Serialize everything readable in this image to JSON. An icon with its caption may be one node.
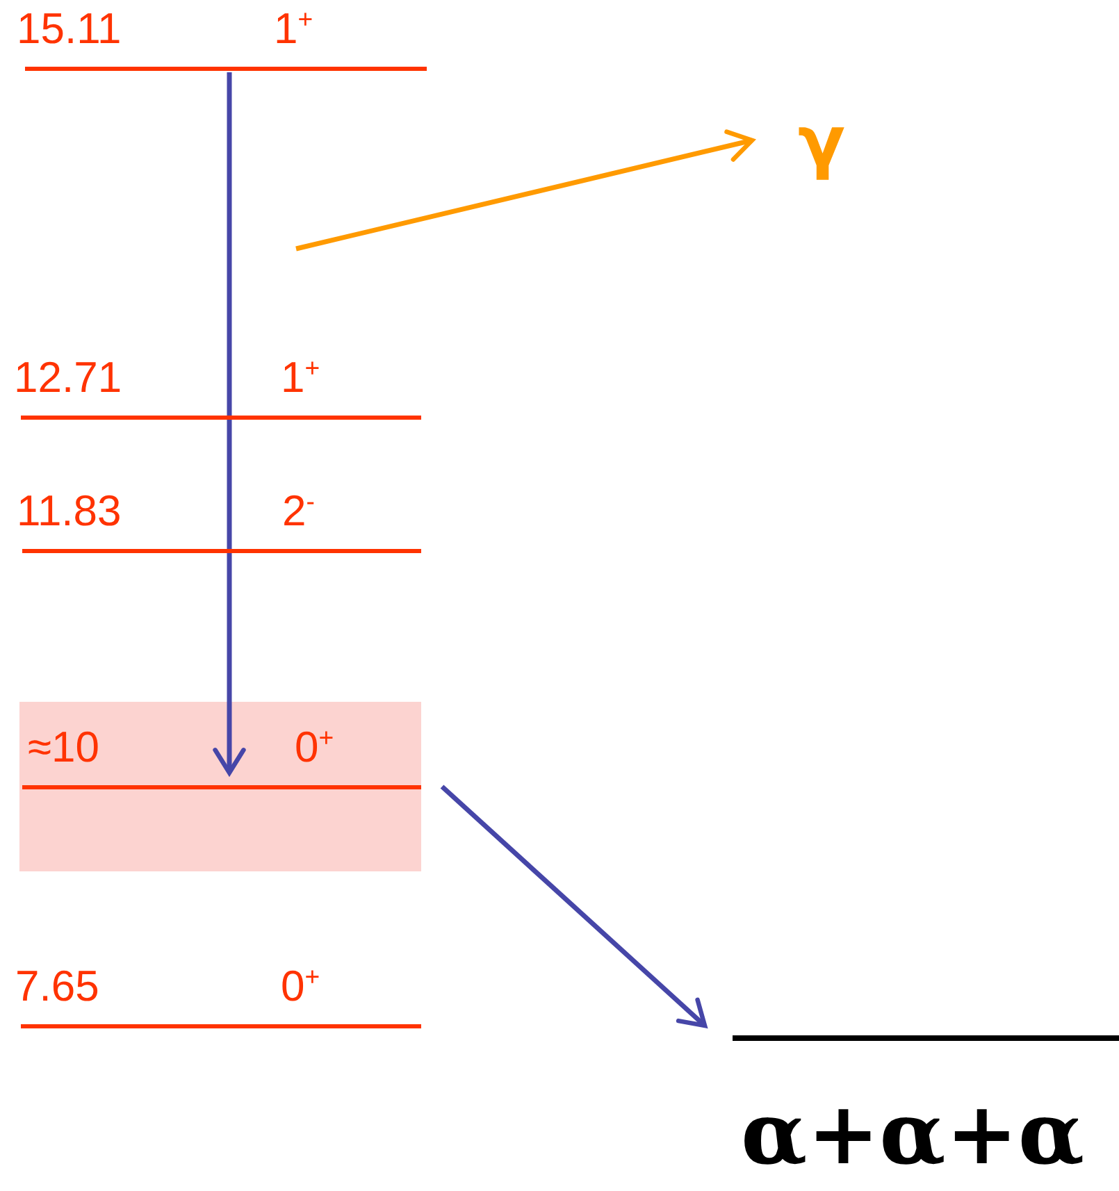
{
  "diagram": {
    "nodes": [
      {
        "text": [
          "15.11",
          "1$^{+}$"
        ]
      },
      {
        "text": [
          "12.71",
          "1$^{+}$"
        ]
      },
      {
        "text": [
          "11.83",
          "2$^{-}$"
        ]
      },
      {
        "text": [
          "≈10",
          "0$^{+}$"
        ]
      },
      {
        "text": [
          "7.65",
          "0$^{+}$"
        ]
      },
      {
        "text": [
          "α+α+α"
        ]
      },
      {
        "text": [
          "γ"
        ]
      }
    ],
    "edges": [
      {
        "from": 0,
        "to": 3,
        "arrow": "to",
        "color": "#4646a8"
      },
      {
        "from": null,
        "to": 6,
        "arrow": "to",
        "color": "#ff9a00"
      },
      {
        "from": 3,
        "to": 5,
        "arrow": "to",
        "color": "#4646a8"
      }
    ]
  }
}
